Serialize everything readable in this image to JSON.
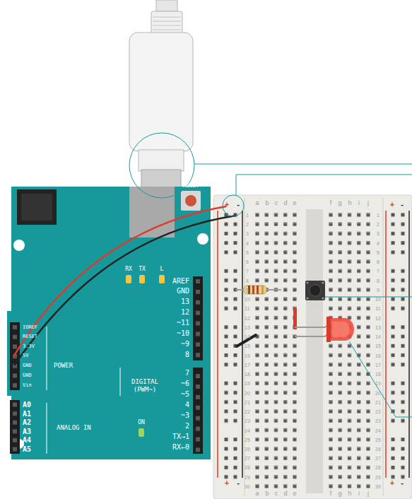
{
  "diagram": {
    "labels": [
      "RESET",
      "RX",
      "TX",
      "L",
      "AREF",
      "GND",
      "13",
      "12",
      "~11",
      "~10",
      "~9",
      "8",
      "DIGITAL (PWM~)",
      "7",
      "~6",
      "~5",
      "4",
      "~3",
      "2",
      "TX→1",
      "RX←0",
      "IOREF",
      "RESET",
      "3.3V",
      "5V",
      "GND",
      "GND",
      "Vin",
      "POWER",
      "A0",
      "A1",
      "A2",
      "A3",
      "A4",
      "A5",
      "ANALOG IN",
      "ON",
      "+",
      "-",
      "a",
      "b",
      "c",
      "d",
      "e",
      "f",
      "g",
      "h",
      "i",
      "j",
      "+",
      "-",
      "1",
      "2",
      "3",
      "4",
      "5",
      "6",
      "7",
      "8",
      "9",
      "10",
      "11",
      "12",
      "13",
      "14",
      "15",
      "16",
      "17",
      "18",
      "19",
      "20",
      "21",
      "22",
      "23",
      "24",
      "25",
      "26",
      "27",
      "28",
      "29",
      "30",
      "1",
      "2",
      "3",
      "4",
      "5",
      "6",
      "7",
      "8",
      "9",
      "10",
      "11",
      "12",
      "13",
      "14",
      "15",
      "16",
      "17",
      "18",
      "19",
      "20",
      "21",
      "22",
      "23",
      "24",
      "25",
      "26",
      "27",
      "28",
      "29",
      "30",
      "+",
      "-",
      "a",
      "b",
      "c",
      "d",
      "e",
      "f",
      "g",
      "h",
      "i",
      "j",
      "+",
      "-"
    ]
  }
}
